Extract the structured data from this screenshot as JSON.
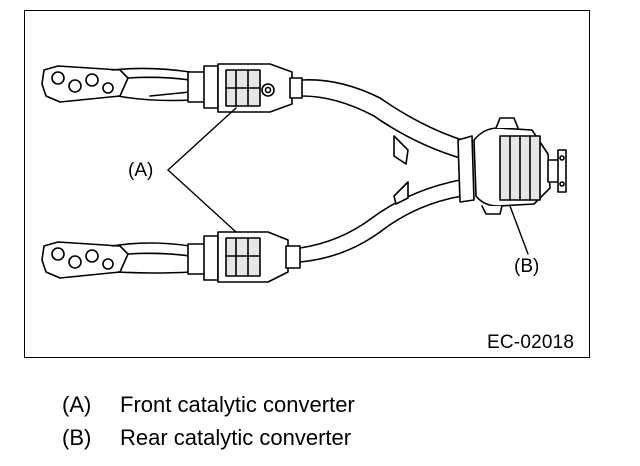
{
  "figure": {
    "callout_a": "(A)",
    "callout_b": "(B)",
    "figure_code": "EC-02018"
  },
  "legend": [
    {
      "key": "(A)",
      "text": "Front catalytic converter"
    },
    {
      "key": "(B)",
      "text": "Rear catalytic converter"
    }
  ]
}
